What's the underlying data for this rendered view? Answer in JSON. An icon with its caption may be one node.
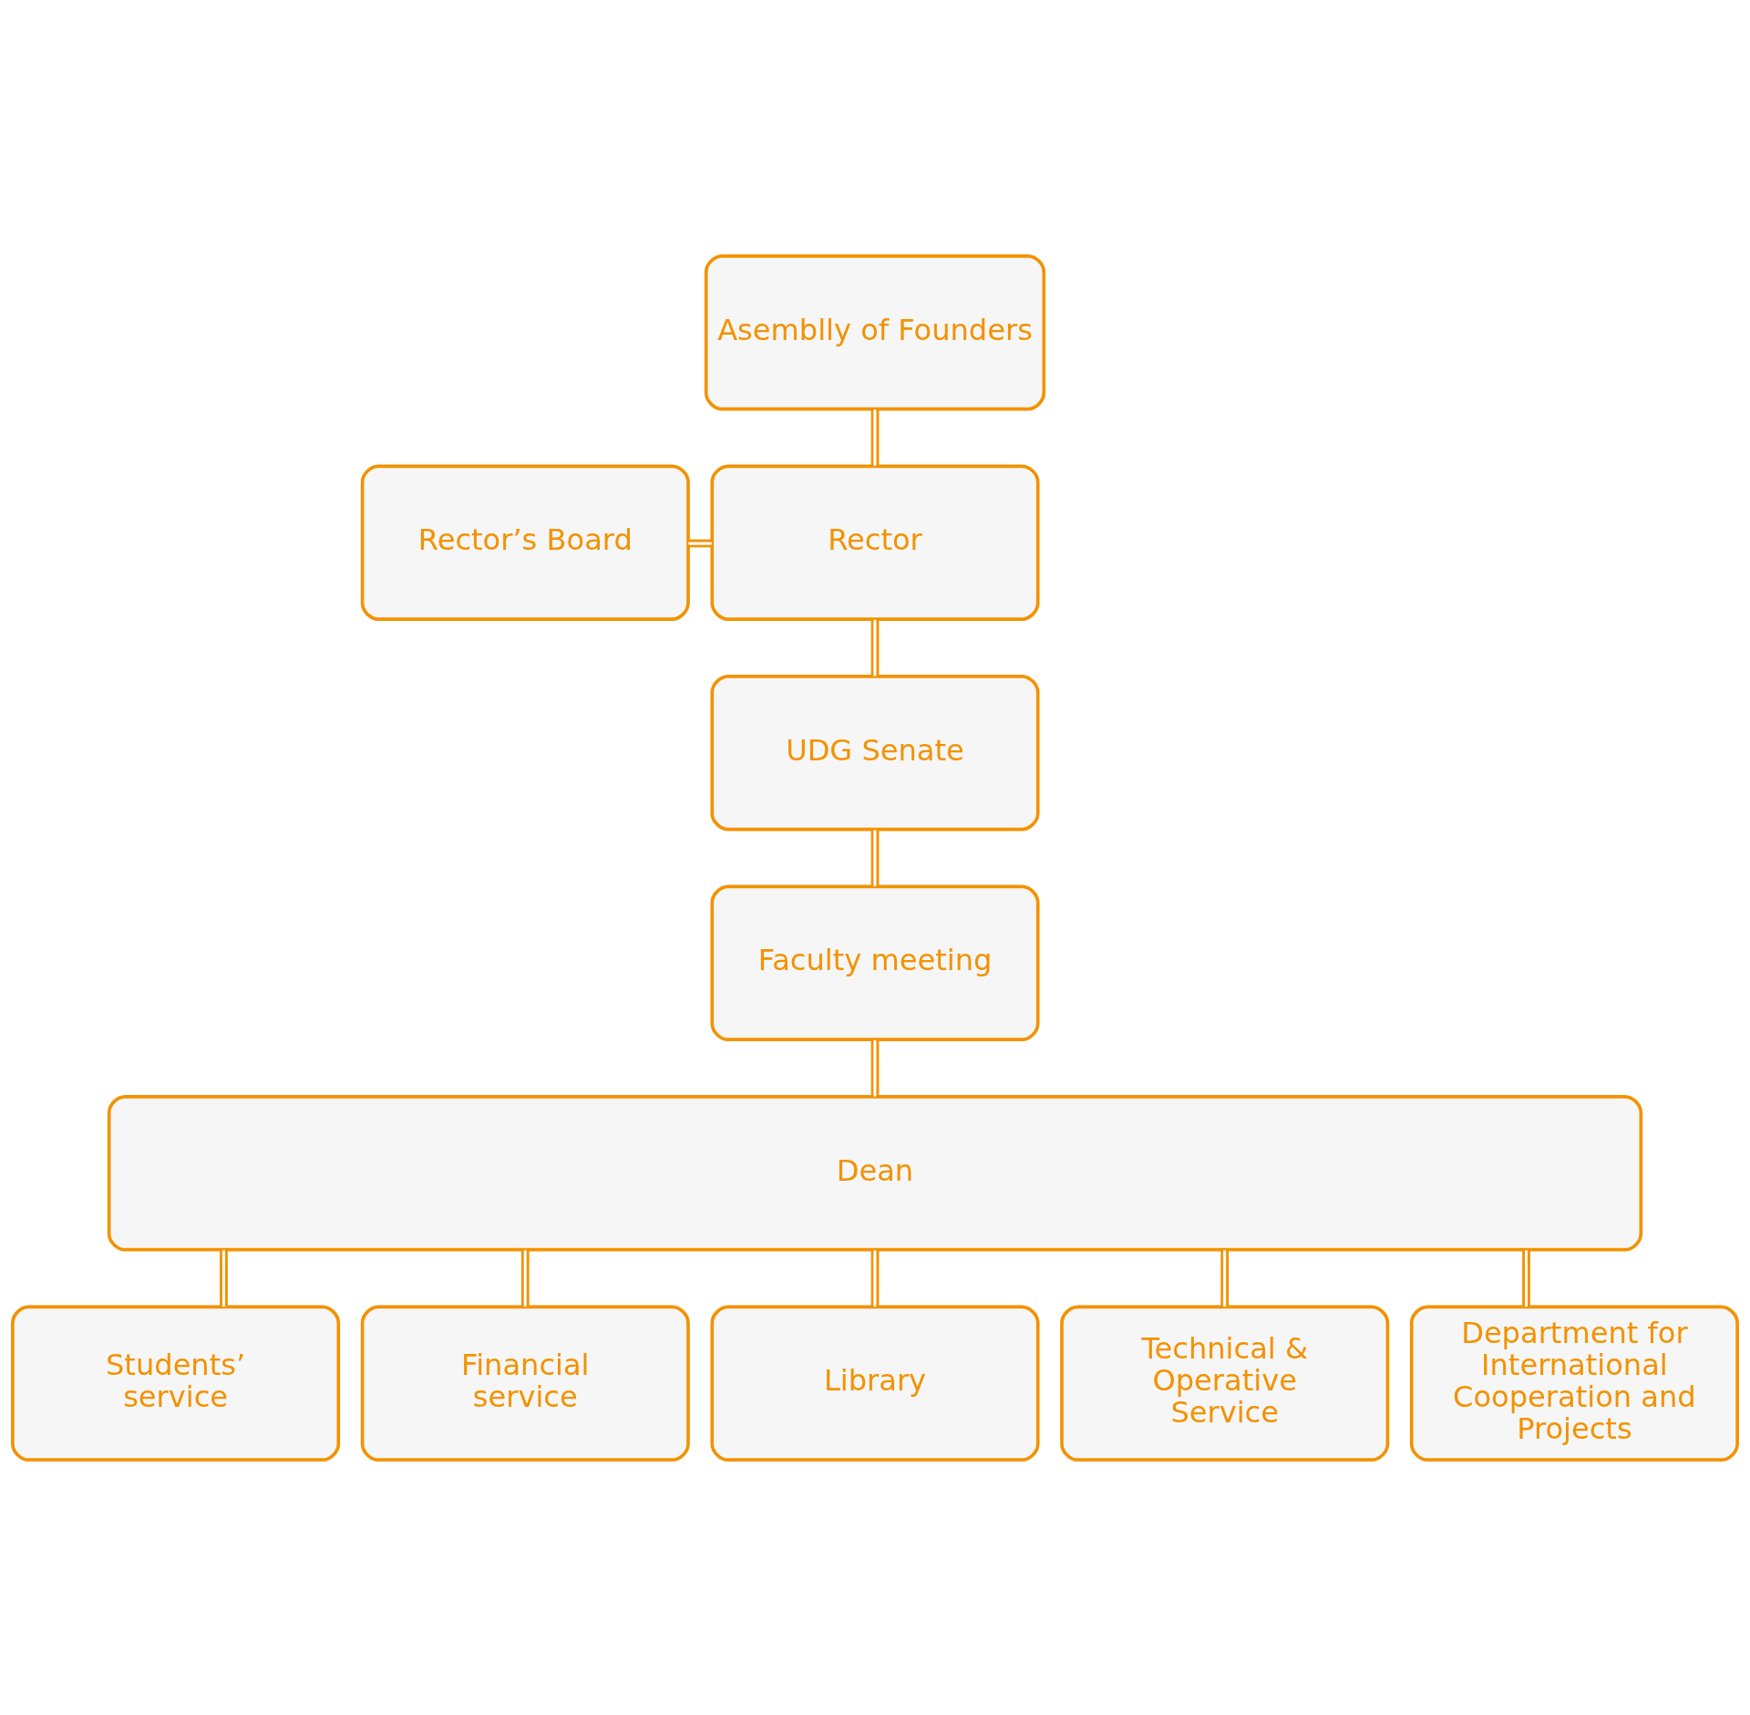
{
  "diagram": {
    "nodes": [
      {
        "text": [
          "Asemblly of Founders"
        ]
      },
      {
        "text": [
          "Rector’s Board"
        ]
      },
      {
        "text": [
          "Rector"
        ]
      },
      {
        "text": [
          "UDG Senate"
        ]
      },
      {
        "text": [
          "Faculty meeting"
        ]
      },
      {
        "text": [
          "Dean"
        ]
      },
      {
        "text": [
          "Students’ service"
        ]
      },
      {
        "text": [
          "Financial service"
        ]
      },
      {
        "text": [
          "Library"
        ]
      },
      {
        "text": [
          "Technical & Operative Service"
        ]
      },
      {
        "text": [
          "Department for International Cooperation and Projects"
        ]
      }
    ],
    "edges": [
      {
        "from": 0,
        "to": 2,
        "arrow": "none"
      },
      {
        "from": 1,
        "to": 2,
        "arrow": "none"
      },
      {
        "from": 2,
        "to": 3,
        "arrow": "none"
      },
      {
        "from": 3,
        "to": 4,
        "arrow": "none"
      },
      {
        "from": 4,
        "to": 5,
        "arrow": "none"
      },
      {
        "from": 5,
        "to": 6,
        "arrow": "none"
      },
      {
        "from": 5,
        "to": 7,
        "arrow": "none"
      },
      {
        "from": 5,
        "to": 8,
        "arrow": "none"
      },
      {
        "from": 5,
        "to": 9,
        "arrow": "none"
      },
      {
        "from": 5,
        "to": 10,
        "arrow": "none"
      }
    ]
  }
}
